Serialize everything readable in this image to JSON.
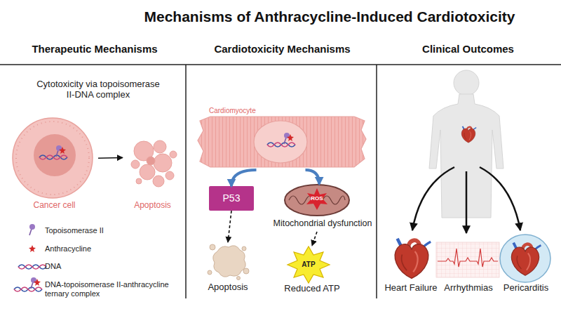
{
  "diagram": {
    "title": "Mechanisms of Anthracycline-Induced Cardiotoxicity",
    "nodes": [
      {
        "text": [
          "Cancer cell"
        ]
      },
      {
        "text": [
          "Apoptosis"
        ]
      },
      {
        "text": [
          "Cardiomyocyte"
        ]
      },
      {
        "text": [
          "P53"
        ]
      },
      {
        "text": [
          "ROS",
          "Mitochondrial dysfunction"
        ]
      },
      {
        "text": [
          "Apoptosis"
        ]
      },
      {
        "text": [
          "ATP",
          "Reduced ATP"
        ]
      },
      {
        "text": [
          "Heart Failure"
        ]
      },
      {
        "text": [
          "Arrhythmias"
        ]
      },
      {
        "text": [
          "Pericarditis"
        ]
      }
    ],
    "edges": [
      {
        "from": 0,
        "to": 1,
        "arrow": "to"
      },
      {
        "from": 2,
        "to": 3,
        "arrow": "to"
      },
      {
        "from": 2,
        "to": 4,
        "arrow": "to"
      },
      {
        "from": 3,
        "to": 5,
        "arrow": "to"
      },
      {
        "from": 4,
        "to": 6,
        "arrow": "to"
      }
    ],
    "labels": [
      "Therapeutic Mechanisms",
      "Cardiotoxicity Mechanisms",
      "Clinical Outcomes",
      "Cytotoxicity via topoisomerase II-DNA complex"
    ],
    "legend": [
      {
        "text": "Topoisomerase II"
      },
      {
        "text": "Anthracycline"
      },
      {
        "text": "DNA"
      },
      {
        "text": "DNA-topoisomerase II-anthracycline ternary complex"
      }
    ]
  }
}
